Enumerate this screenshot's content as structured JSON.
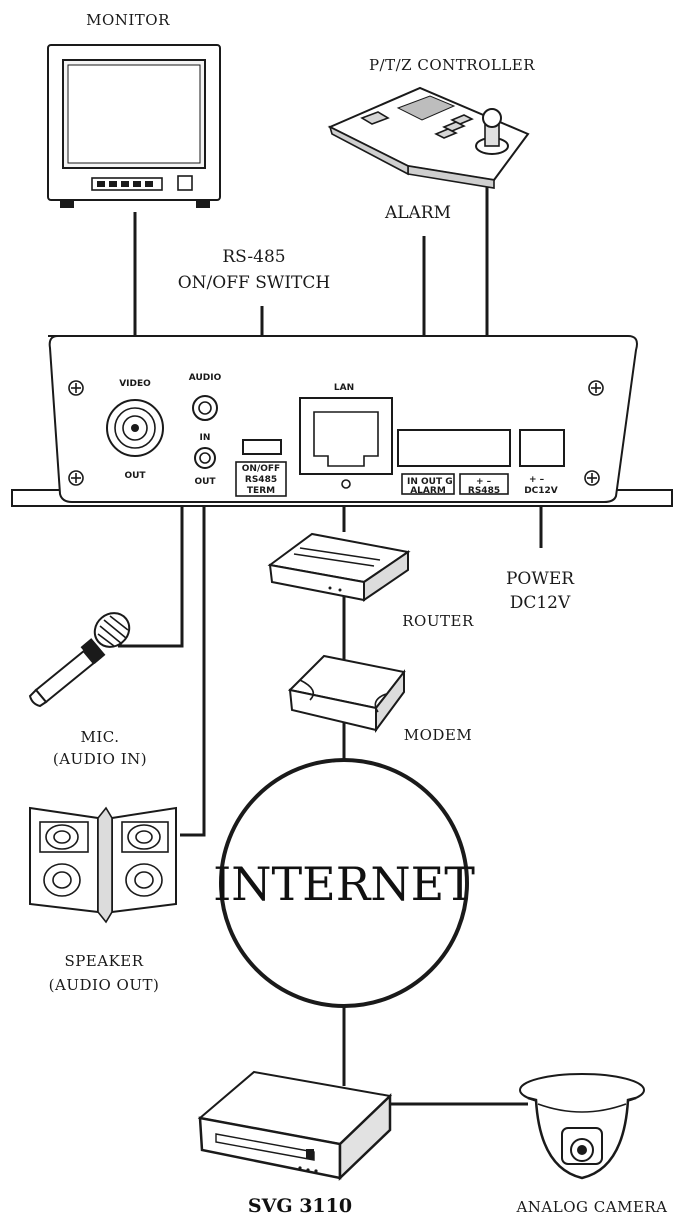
{
  "labels": {
    "monitor": "MONITOR",
    "ptz_controller": "P/T/Z  CONTROLLER",
    "alarm": "ALARM",
    "rs485_line1": "RS-485",
    "rs485_line2": "ON/OFF SWITCH",
    "power_line1": "POWER",
    "power_line2": "DC12V",
    "router": "ROUTER",
    "modem": "MODEM",
    "mic_line1": "MIC.",
    "mic_line2": "(AUDIO IN)",
    "speaker_line1": "SPEAKER",
    "speaker_line2": "(AUDIO OUT)",
    "internet": "INTERNET",
    "device": "SVG 3110",
    "analog_camera": "ANALOG CAMERA"
  },
  "panel": {
    "video": "VIDEO",
    "video_out": "OUT",
    "audio": "AUDIO",
    "audio_in": "IN",
    "audio_out": "OUT",
    "onoff": "ON/OFF",
    "rs485": "RS485",
    "term": "TERM",
    "lan": "LAN",
    "in_out_g": "IN OUT G",
    "alarm_port": "ALARM",
    "plus_minus": "+    –",
    "rs485_port": "RS485",
    "dc_plus_minus": "+  –",
    "dc12v": "DC12V"
  }
}
